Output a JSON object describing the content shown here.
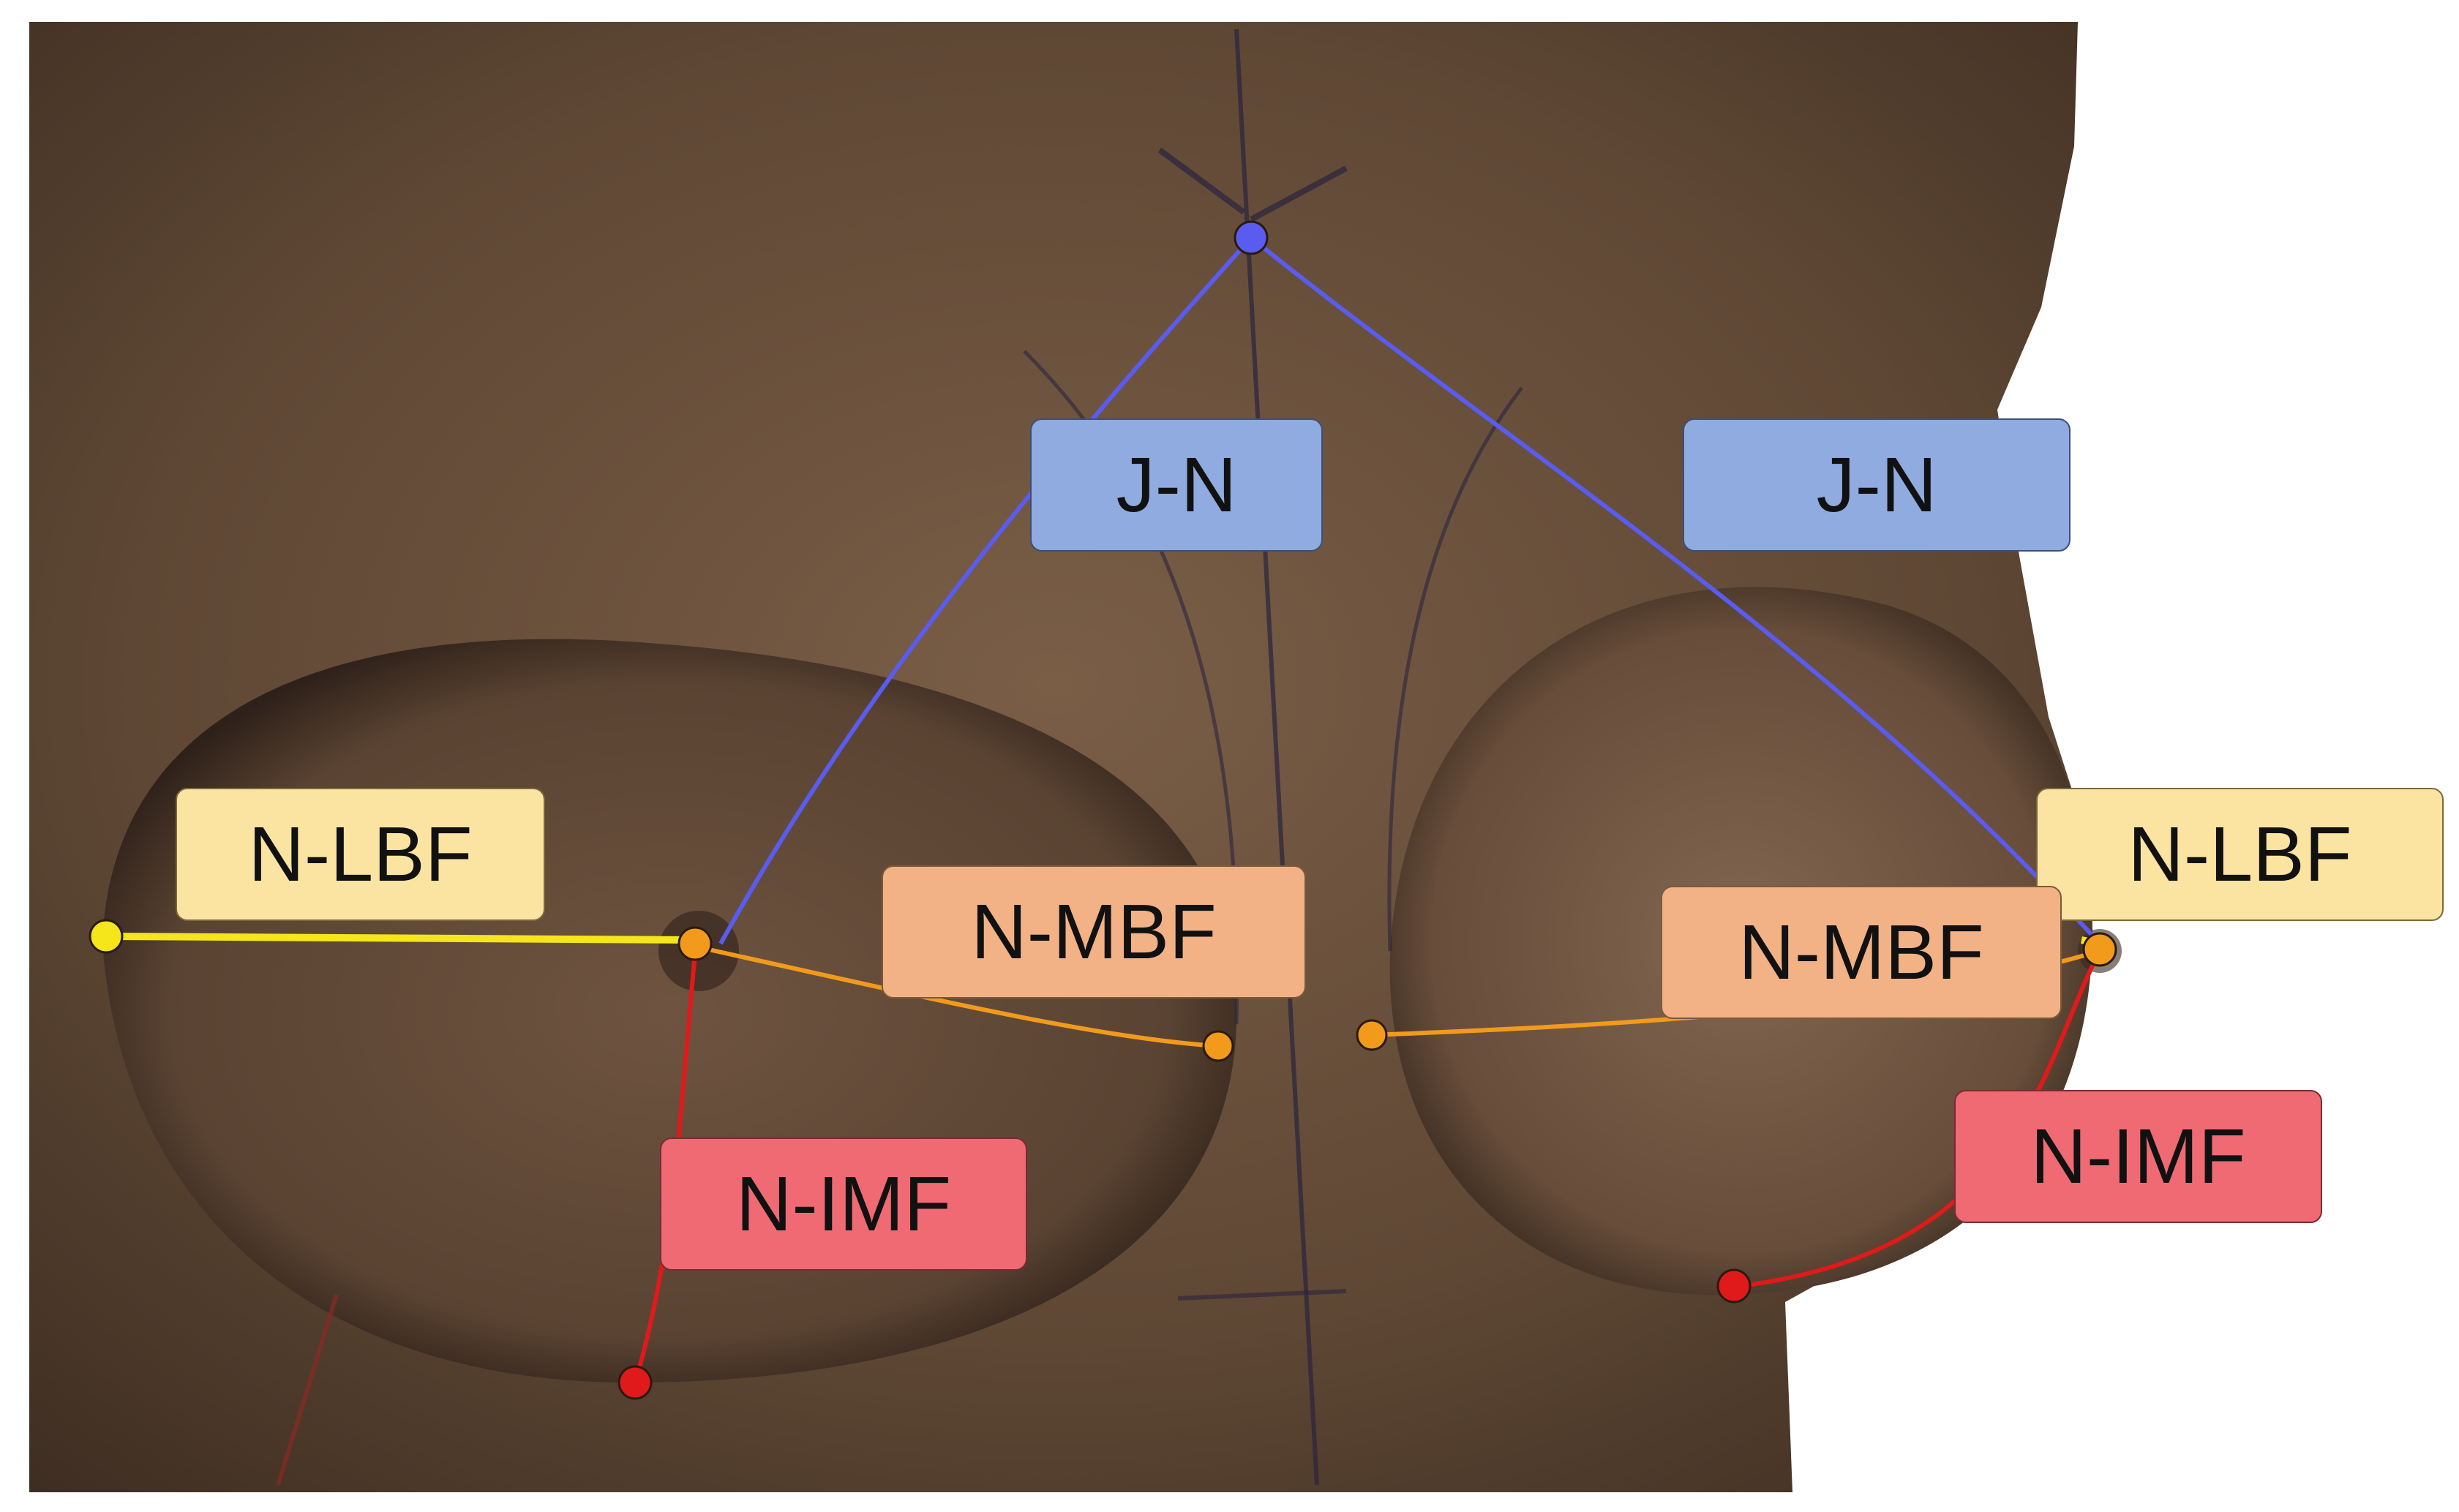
{
  "labels": {
    "jn_left": "J-N",
    "jn_right": "J-N",
    "lbf_left": "N-LBF",
    "lbf_right": "N-LBF",
    "mbf_left": "N-MBF",
    "mbf_right": "N-MBF",
    "imf_left": "N-IMF",
    "imf_right": "N-IMF"
  },
  "colors": {
    "jn": "#5a5cf0",
    "lbf": "#f4e61a",
    "mbf": "#f29a1c",
    "imf": "#e01a1a",
    "skin": "#6e5440"
  }
}
